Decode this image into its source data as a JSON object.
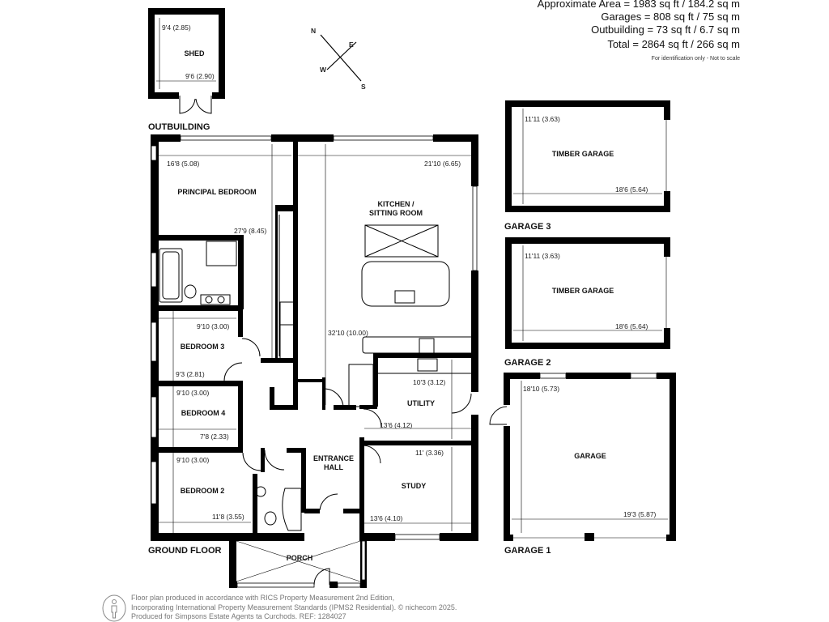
{
  "areas": {
    "approximate": "Approximate Area = 1983 sq ft / 184.2 sq m",
    "garages": "Garages = 808 sq ft / 75 sq m",
    "outbuilding": "Outbuilding = 73 sq ft / 6.7 sq m",
    "total": "Total = 2864 sq ft / 266 sq m",
    "note": "For identification only - Not to scale"
  },
  "compass": {
    "n": "N",
    "e": "E",
    "w": "W",
    "s": "S"
  },
  "floors": {
    "ground": "GROUND FLOOR",
    "outbuilding": "OUTBUILDING",
    "garage3": "GARAGE 3",
    "garage2": "GARAGE 2",
    "garage1": "GARAGE 1"
  },
  "rooms": {
    "shed": {
      "name": "SHED",
      "dim1": "9'4 (2.85)",
      "dim2": "9'6 (2.90)"
    },
    "principal": {
      "name": "PRINCIPAL BEDROOM",
      "dim1": "16'8 (5.08)",
      "dim2": "27'9 (8.45)"
    },
    "kitchen": {
      "name1": "KITCHEN /",
      "name2": "SITTING ROOM",
      "dim1": "21'10 (6.65)",
      "dim2": "32'10 (10.00)"
    },
    "bedroom3": {
      "name": "BEDROOM 3",
      "dim1": "9'10 (3.00)",
      "dim2": "9'3 (2.81)"
    },
    "bedroom4": {
      "name": "BEDROOM 4",
      "dim1": "9'10 (3.00)",
      "dim2": "7'8 (2.33)"
    },
    "bedroom2": {
      "name": "BEDROOM 2",
      "dim1": "9'10 (3.00)",
      "dim2": "11'8 (3.55)"
    },
    "utility": {
      "name": "UTILITY",
      "dim1": "10'3 (3.12)",
      "dim2": "13'6 (4.12)"
    },
    "study": {
      "name": "STUDY",
      "dim1": "11' (3.36)",
      "dim2": "13'6 (4.10)"
    },
    "hall": {
      "name1": "ENTRANCE",
      "name2": "HALL"
    },
    "porch": {
      "name": "PORCH"
    },
    "garage3": {
      "name": "TIMBER GARAGE",
      "dim1": "11'11 (3.63)",
      "dim2": "18'6 (5.64)"
    },
    "garage2": {
      "name": "TIMBER GARAGE",
      "dim1": "11'11 (3.63)",
      "dim2": "18'6 (5.64)"
    },
    "garage1": {
      "name": "GARAGE",
      "dim1": "18'10 (5.73)",
      "dim2": "19'3 (5.87)"
    }
  },
  "footer": {
    "line1": "Floor plan produced in accordance with RICS Property Measurement 2nd Edition,",
    "line2": "Incorporating International Property Measurement Standards (IPMS2 Residential).   © nichecom 2025.",
    "line3": "Produced for Simpsons Estate Agents ta Curchods.    REF:  1284027"
  }
}
